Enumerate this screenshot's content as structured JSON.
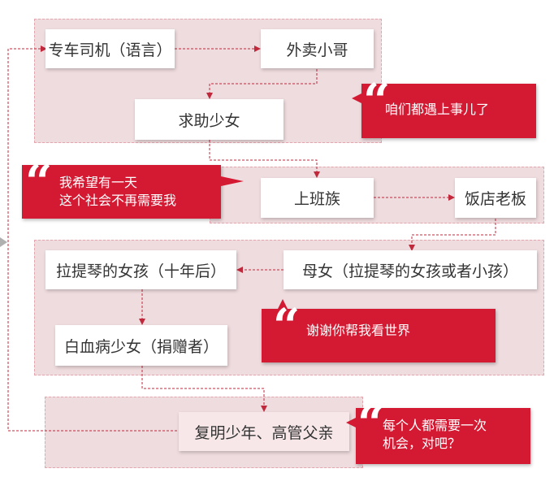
{
  "nodes": {
    "driver": "专车司机（语言）",
    "delivery": "外卖小哥",
    "girl_help": "求助少女",
    "office": "上班族",
    "restaurant": "饭店老板",
    "mother_daughter": "母女（拉提琴的女孩或者小孩）",
    "violin_girl": "拉提琴的女孩（十年后）",
    "leukemia_girl": "白血病少女（捐赠者）",
    "final": "复明少年、高管父亲"
  },
  "quotes": {
    "q1": "咱们都遇上事儿了",
    "q2_line1": "我希望有一天",
    "q2_line2": "这个社会不再需要我",
    "q3": "谢谢你帮我看世界",
    "q4_line1": "每个人都需要一次",
    "q4_line2": "机会，对吧？",
    "quote_mark": "“"
  },
  "colors": {
    "accent": "#d41a33",
    "panel": "#efdcdf",
    "arrow": "#c0283c"
  }
}
